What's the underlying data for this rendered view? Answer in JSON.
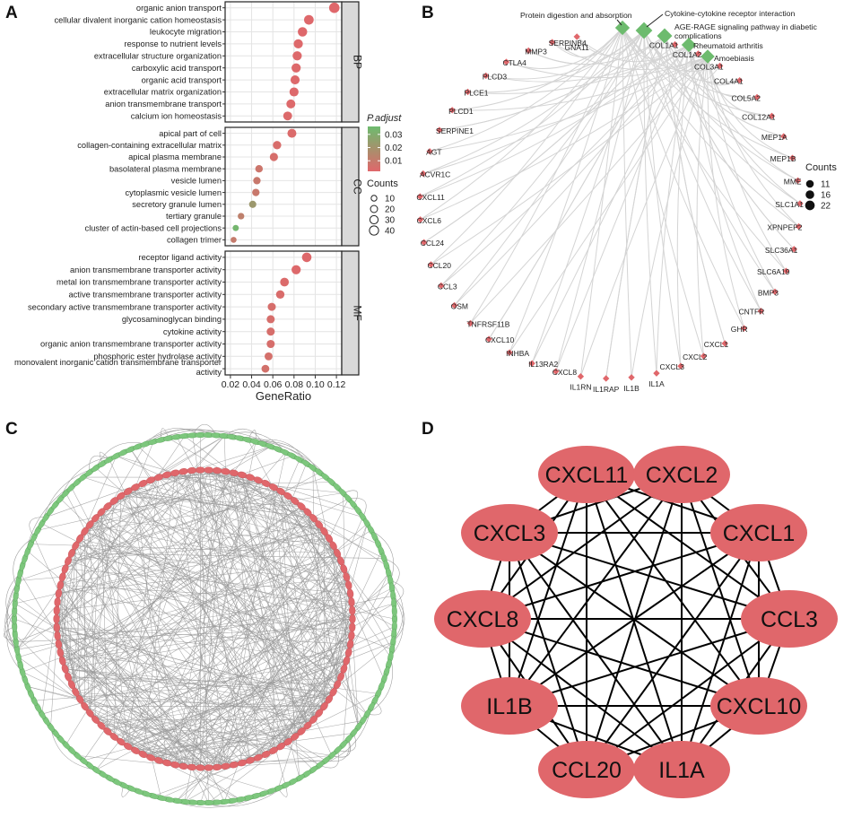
{
  "panel_letters": {
    "a": "A",
    "b": "B",
    "c": "C",
    "d": "D"
  },
  "colors": {
    "high": "#e0676b",
    "low": "#6dbb6e",
    "net_red": "#e0676b",
    "net_green": "#7dc77d",
    "edge": "#9a9a9a"
  },
  "chart_data": [
    {
      "type": "scatter",
      "panel": "A",
      "xlabel": "GeneRatio",
      "xlim": [
        0.015,
        0.125
      ],
      "xticks": [
        0.02,
        0.04,
        0.06,
        0.08,
        0.1,
        0.12
      ],
      "xtick_labels": [
        "0.02",
        "0.04",
        "0.06",
        "0.08",
        "0.10",
        "0.12"
      ],
      "legend_color": {
        "title": "P.adjust",
        "ticks": [
          0.03,
          0.02,
          0.01
        ],
        "labels": [
          "0.03",
          "0.02",
          "0.01"
        ],
        "range": [
          0.002,
          0.036
        ]
      },
      "legend_size": {
        "title": "Counts",
        "values": [
          10,
          20,
          30,
          40
        ],
        "labels": [
          "10",
          "20",
          "30",
          "40"
        ]
      },
      "facets": [
        {
          "name": "BP",
          "terms": [
            {
              "label": "organic anion transport",
              "x": 0.118,
              "padj": 0.0022,
              "count": 42
            },
            {
              "label": "cellular divalent inorganic cation homeostasis",
              "x": 0.094,
              "padj": 0.0025,
              "count": 34
            },
            {
              "label": "leukocyte migration",
              "x": 0.088,
              "padj": 0.0026,
              "count": 32
            },
            {
              "label": "response to nutrient levels",
              "x": 0.084,
              "padj": 0.0027,
              "count": 30
            },
            {
              "label": "extracellular structure organization",
              "x": 0.083,
              "padj": 0.0028,
              "count": 30
            },
            {
              "label": "carboxylic acid transport",
              "x": 0.082,
              "padj": 0.0028,
              "count": 30
            },
            {
              "label": "organic acid transport",
              "x": 0.081,
              "padj": 0.0029,
              "count": 29
            },
            {
              "label": "extracellular matrix organization",
              "x": 0.08,
              "padj": 0.0029,
              "count": 29
            },
            {
              "label": "anion transmembrane transport",
              "x": 0.077,
              "padj": 0.003,
              "count": 28
            },
            {
              "label": "calcium ion homeostasis",
              "x": 0.074,
              "padj": 0.0032,
              "count": 27
            }
          ]
        },
        {
          "name": "CC",
          "terms": [
            {
              "label": "apical part of cell",
              "x": 0.078,
              "padj": 0.0035,
              "count": 28
            },
            {
              "label": "collagen-containing extracellular matrix",
              "x": 0.064,
              "padj": 0.0045,
              "count": 23
            },
            {
              "label": "apical plasma membrane",
              "x": 0.061,
              "padj": 0.005,
              "count": 22
            },
            {
              "label": "basolateral plasma membrane",
              "x": 0.047,
              "padj": 0.008,
              "count": 17
            },
            {
              "label": "vesicle lumen",
              "x": 0.045,
              "padj": 0.009,
              "count": 16
            },
            {
              "label": "cytoplasmic vesicle lumen",
              "x": 0.044,
              "padj": 0.009,
              "count": 16
            },
            {
              "label": "secretory granule lumen",
              "x": 0.041,
              "padj": 0.022,
              "count": 15
            },
            {
              "label": "tertiary granule",
              "x": 0.03,
              "padj": 0.012,
              "count": 11
            },
            {
              "label": "cluster of actin-based cell projections",
              "x": 0.025,
              "padj": 0.034,
              "count": 9
            },
            {
              "label": "collagen trimer",
              "x": 0.023,
              "padj": 0.01,
              "count": 8
            }
          ]
        },
        {
          "name": "MF",
          "terms": [
            {
              "label": "receptor ligand activity",
              "x": 0.092,
              "padj": 0.0025,
              "count": 33
            },
            {
              "label": "anion transmembrane transporter activity",
              "x": 0.082,
              "padj": 0.0028,
              "count": 30
            },
            {
              "label": "metal ion transmembrane transporter activity",
              "x": 0.071,
              "padj": 0.0035,
              "count": 26
            },
            {
              "label": "active transmembrane transporter activity",
              "x": 0.067,
              "padj": 0.004,
              "count": 24
            },
            {
              "label": "secondary active transmembrane transporter activity",
              "x": 0.059,
              "padj": 0.005,
              "count": 21
            },
            {
              "label": "glycosaminoglycan binding",
              "x": 0.058,
              "padj": 0.005,
              "count": 21
            },
            {
              "label": "cytokine activity",
              "x": 0.058,
              "padj": 0.005,
              "count": 21
            },
            {
              "label": "organic anion transmembrane transporter activity",
              "x": 0.058,
              "padj": 0.005,
              "count": 21
            },
            {
              "label": "phosphoric ester hydrolase activity",
              "x": 0.056,
              "padj": 0.0055,
              "count": 20
            },
            {
              "label": "monovalent inorganic cation transmembrane transporter activity",
              "label_lines": [
                "monovalent inorganic cation transmembrane transporter",
                "activity"
              ],
              "x": 0.053,
              "padj": 0.006,
              "count": 19
            }
          ]
        }
      ]
    },
    {
      "type": "network",
      "panel": "B",
      "legend": {
        "title": "Counts",
        "values": [
          11,
          16,
          22
        ],
        "labels": [
          "11",
          "16",
          "22"
        ]
      },
      "pathways": [
        {
          "label": "Protein digestion and absorption",
          "count": 14
        },
        {
          "label": "Cytokine-cytokine receptor interaction",
          "count": 22
        },
        {
          "label": "AGE-RAGE signaling pathway in diabetic complications",
          "label_lines": [
            "AGE-RAGE signaling pathway in diabetic",
            "complications"
          ],
          "count": 16
        },
        {
          "label": "Rheumatoid arthritis",
          "count": 14
        },
        {
          "label": "Amoebiasis",
          "count": 12
        }
      ],
      "genes": [
        "GNA11",
        "SERPINB4",
        "MMP3",
        "CTLA4",
        "PLCD3",
        "PLCE1",
        "PLCD1",
        "SERPINE1",
        "AGT",
        "ACVR1C",
        "CXCL11",
        "CXCL6",
        "CCL24",
        "CCL20",
        "CCL3",
        "OSM",
        "TNFRSF11B",
        "CXCL10",
        "INHBA",
        "IL13RA2",
        "CXCL8",
        "IL1RN",
        "IL1RAP",
        "IL1B",
        "IL1A",
        "CXCL3",
        "CXCL2",
        "CXCL1",
        "GHR",
        "CNTFR",
        "BMP3",
        "SLC6A19",
        "SLC36A1",
        "XPNPEP2",
        "SLC1A1",
        "MME",
        "MEP1B",
        "MEP1A",
        "COL12A1",
        "COL5A2",
        "COL4A1",
        "COL3A1",
        "COL1A2",
        "COL1A1"
      ]
    },
    {
      "type": "network",
      "panel": "C",
      "outer_ring_nodes": 150,
      "inner_ring_nodes": 110
    },
    {
      "type": "network",
      "panel": "D",
      "nodes": [
        "CXCL11",
        "CXCL2",
        "CXCL1",
        "CCL3",
        "CXCL10",
        "IL1A",
        "CCL20",
        "IL1B",
        "CXCL8",
        "CXCL3"
      ],
      "edges": "complete"
    }
  ]
}
